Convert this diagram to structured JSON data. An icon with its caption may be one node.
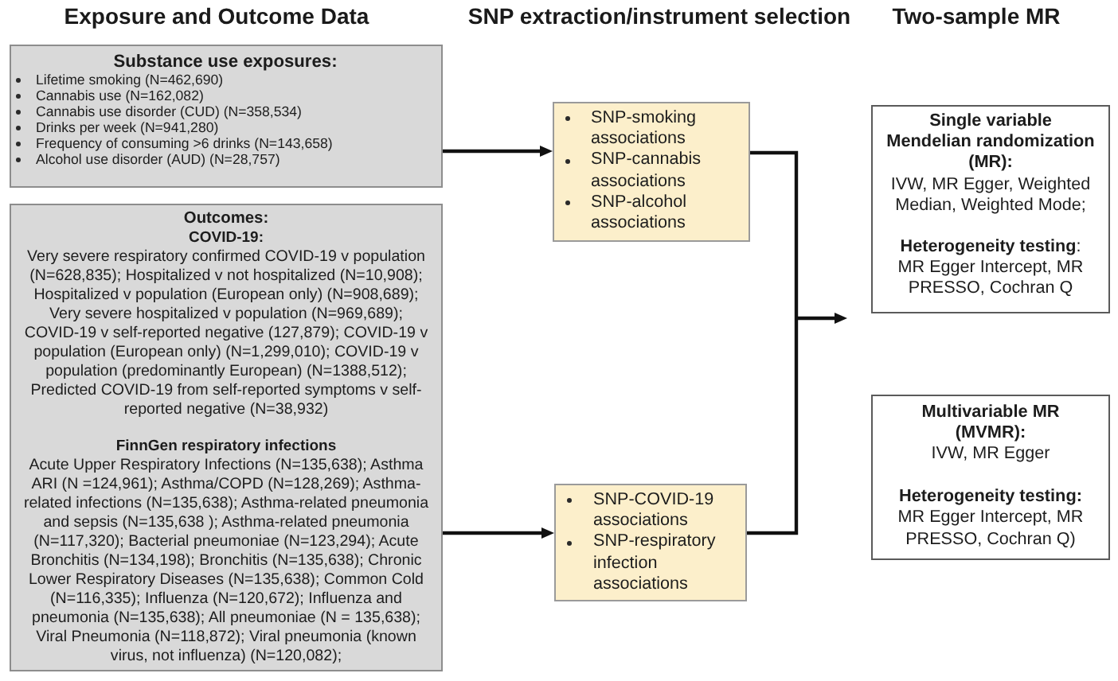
{
  "diagram": {
    "nodes": [
      {
        "text": [
          "Substance use exposures:",
          "Lifetime smoking (N=462,690)",
          "Cannabis use (N=162,082)",
          "Cannabis use disorder (CUD) (N=358,534)",
          "Drinks per week (N=941,280)",
          "Frequency of consuming >6 drinks (N=143,658)",
          "Alcohol use disorder (AUD) (N=28,757)"
        ]
      },
      {
        "text": [
          "Outcomes:",
          "COVID-19:",
          "Very severe respiratory confirmed COVID-19 v population (N=628,835); Hospitalized v not hospitalized (N=10,908); Hospitalized v population (European only) (N=908,689); Very severe hospitalized v population (N=969,689); COVID-19 v self-reported negative (127,879); COVID-19 v population (European only) (N=1,299,010); COVID-19 v population (predominantly European) (N=1388,512); Predicted COVID-19 from self-reported symptoms v self-reported negative (N=38,932)",
          "FinnGen respiratory infections",
          "Acute Upper Respiratory Infections (N=135,638); Asthma ARI (N =124,961); Asthma/COPD (N=128,269); Asthma-related infections (N=135,638); Asthma-related pneumonia and sepsis (N=135,638 ); Asthma-related pneumonia (N=117,320); Bacterial pneumoniae (N=123,294); Acute Bronchitis (N=134,198); Bronchitis (N=135,638); Chronic Lower Respiratory Diseases (N=135,638); Common Cold (N=116,335); Influenza (N=120,672); Influenza and pneumonia (N=135,638); All pneumoniae (N = 135,638); Viral Pneumonia (N=118,872); Viral pneumonia (known virus, not influenza) (N=120,082);"
        ]
      },
      {
        "text": [
          "SNP-smoking associations",
          "SNP-cannabis associations",
          "SNP-alcohol associations"
        ]
      },
      {
        "text": [
          "SNP-COVID-19 associations",
          "SNP-respiratory infection associations"
        ]
      },
      {
        "text": [
          "Single variable Mendelian randomization (MR):",
          "IVW, MR Egger, Weighted Median, Weighted Mode;",
          "**Heterogeneity testing**:",
          "MR Egger Intercept, MR PRESSO, Cochran Q"
        ]
      },
      {
        "text": [
          "Multivariable MR (MVMR):",
          "IVW, MR Egger",
          "Heterogeneity testing:",
          "MR Egger Intercept, MR PRESSO, Cochran Q)"
        ]
      }
    ],
    "edges": [
      {
        "from": 0,
        "to": 2,
        "arrow": "to"
      },
      {
        "from": 1,
        "to": 3,
        "arrow": "to"
      },
      {
        "from": 2,
        "to": null,
        "arrow": "to"
      },
      {
        "from": 3,
        "to": null,
        "arrow": "to"
      }
    ],
    "labels": [
      "Exposure and Outcome Data",
      "SNP extraction/instrument selection",
      "Two-sample MR"
    ]
  }
}
